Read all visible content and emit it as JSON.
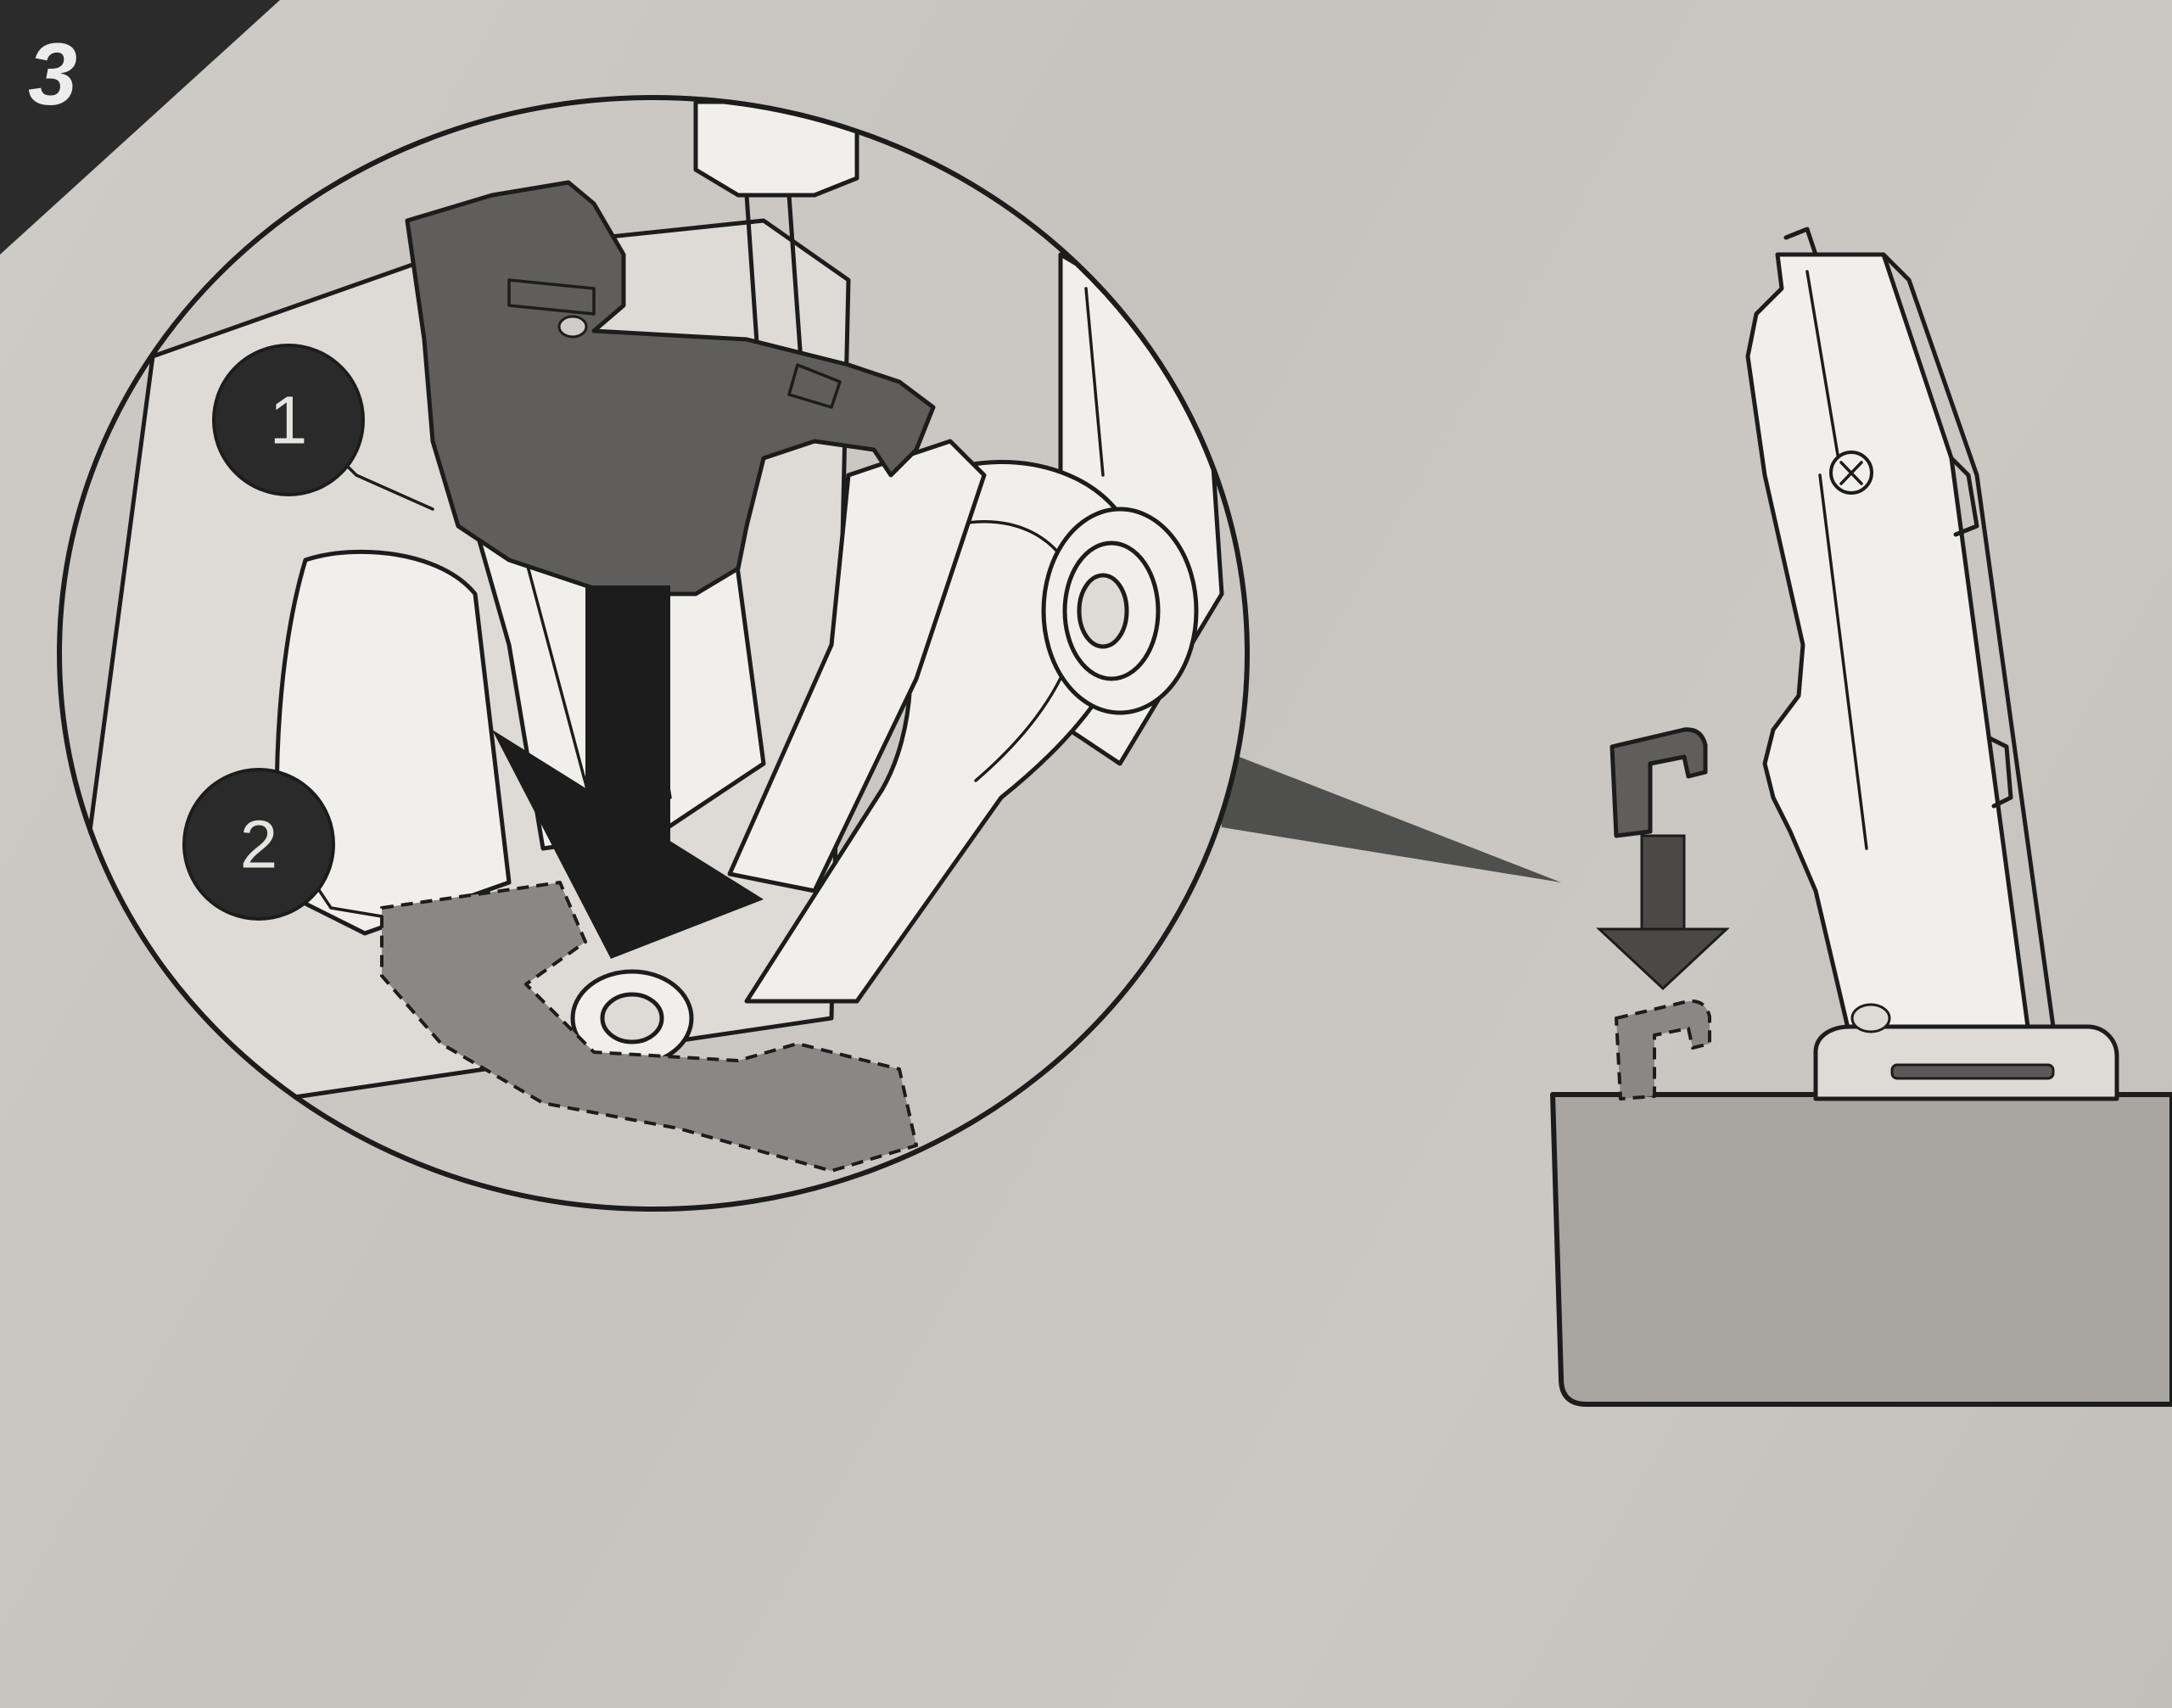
{
  "step": {
    "number": "3"
  },
  "markers": [
    {
      "label": "1"
    },
    {
      "label": "2"
    }
  ],
  "colors": {
    "paper": "#c9c6c1",
    "ink": "#1c1c1c",
    "dark_part": "#5f5e5c",
    "ghost_part": "#8a8885",
    "step_badge": "#2b2b2b"
  },
  "icons": [
    "down-arrow-icon",
    "small-down-arrow-icon"
  ]
}
